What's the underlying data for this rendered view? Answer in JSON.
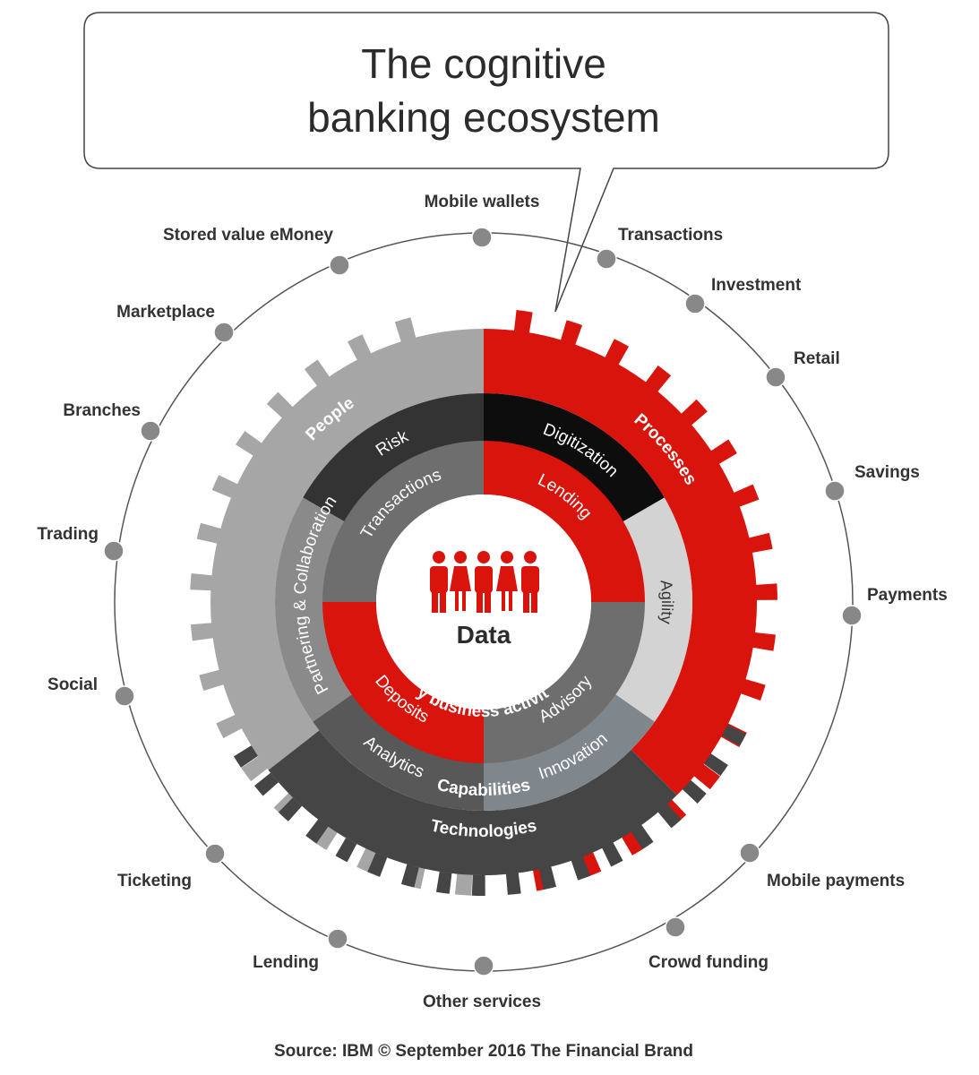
{
  "title_line1": "The cognitive",
  "title_line2": "banking ecosystem",
  "center_label": "Data",
  "source": "Source: IBM © September 2016 The Financial Brand",
  "colors": {
    "red": "#d9140c",
    "black": "#0d0d0d",
    "dark_gray": "#454545",
    "mid_gray": "#6e6e6e",
    "gray": "#8a8a8a",
    "light_gray": "#a6a6a6",
    "pale_gray": "#d3d3d3",
    "blue_gray": "#7f868c"
  },
  "outer_services": [
    "Mobile wallets",
    "Transactions",
    "Investment",
    "Retail",
    "Savings",
    "Payments",
    "Mobile payments",
    "Crowd funding",
    "Other services",
    "Lending",
    "Ticketing",
    "Social",
    "Trading",
    "Branches",
    "Marketplace",
    "Stored value eMoney"
  ],
  "rings": {
    "outer": {
      "people": "People",
      "processes": "Processes",
      "technologies": "Technologies"
    },
    "middle": {
      "risk": "Risk",
      "digitization": "Digitization",
      "agility": "Agility",
      "innovation": "Innovation",
      "analytics": "Analytics",
      "partnering": "Partnering & Collaboration",
      "capabilities": "Capabilities"
    },
    "inner": {
      "transactions": "Transactions",
      "lending": "Lending",
      "advisory": "Advisory",
      "deposits": "Deposits",
      "key_business": "Key business activities"
    }
  }
}
